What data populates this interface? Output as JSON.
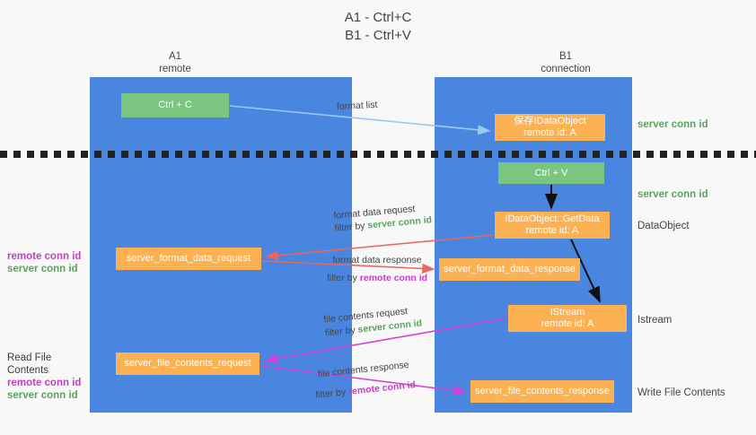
{
  "title": {
    "line1": "A1 - Ctrl+C",
    "line2": "B1 - Ctrl+V"
  },
  "colors": {
    "column": "#4a86e0",
    "green_box": "#7ac57f",
    "orange_box": "#fcb152",
    "server_conn_id": "#5aa35f",
    "remote_conn_id": "#c23fc2",
    "arrow_format_list": "#9dc8f0",
    "arrow_format_data": "#e8685d",
    "arrow_file_contents": "#d63fd6",
    "arrow_internal": "#111111",
    "background": "#f8f8f8"
  },
  "columns": [
    {
      "name": "A1",
      "sub": "remote"
    },
    {
      "name": "B1",
      "sub": "connection"
    }
  ],
  "boxes": {
    "ctrl_c": {
      "line1": "Ctrl + C"
    },
    "save_idataobject": {
      "line1": "保存IDataObject",
      "line2": "remote id: A"
    },
    "ctrl_v": {
      "line1": "Ctrl + V"
    },
    "getdata": {
      "line1": "IDataObject::GetData",
      "line2": "remote id: A"
    },
    "format_data_request": {
      "line1": "server_format_data_request"
    },
    "format_data_response": {
      "line1": "server_format_data_response"
    },
    "istream": {
      "line1": "IStream",
      "line2": "remote id: A"
    },
    "file_contents_request": {
      "line1": "server_file_contents_request"
    },
    "file_contents_response": {
      "line1": "server_file_contents_response"
    }
  },
  "side_labels": {
    "server_conn_id_top": "server conn id",
    "server_conn_id_mid": "server conn id",
    "dataobject": "DataObject",
    "istream": "Istream",
    "write_file_contents": "Write File Contents",
    "read_file_contents": "Read File Contents",
    "remote_conn_id": "remote conn id",
    "server_conn_id": "server conn id"
  },
  "annotations": {
    "format_list": "format list",
    "format_data_request": "format data request",
    "format_data_request_filter_prefix": "filter by ",
    "format_data_request_filter_value": "server conn id",
    "format_data_response": "format data response",
    "format_data_response_filter_prefix": "filter by ",
    "format_data_response_filter_value": "remote conn id",
    "file_contents_request": "file contents request",
    "file_contents_request_filter_prefix": "filter by ",
    "file_contents_request_filter_value": "server conn id",
    "file_contents_response": "file contents response",
    "file_contents_response_filter_prefix": "filter by ",
    "file_contents_response_filter_value": "remote conn id"
  }
}
